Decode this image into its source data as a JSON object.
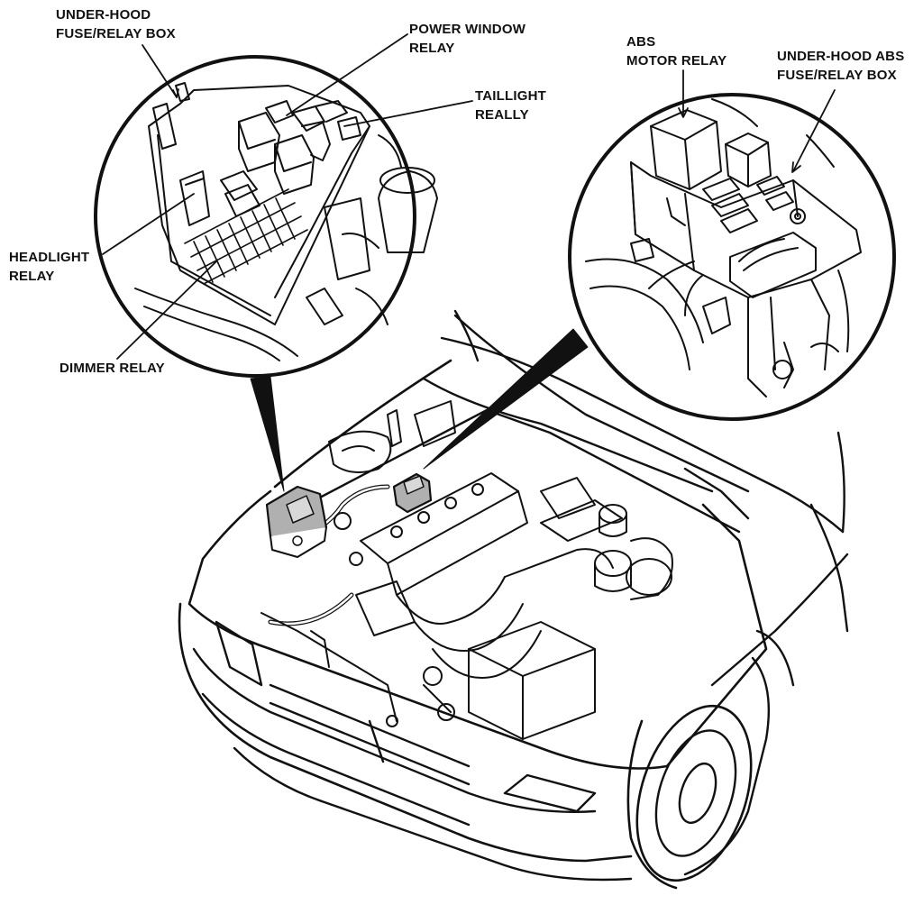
{
  "callouts": {
    "underhood_fuse_box": {
      "line1": "UNDER-HOOD",
      "line2": "FUSE/RELAY BOX"
    },
    "power_window_relay": {
      "line1": "POWER WINDOW",
      "line2": "RELAY"
    },
    "taillight_relay": {
      "line1": "TAILLIGHT",
      "line2": "REALLY"
    },
    "headlight_relay": {
      "line1": "HEADLIGHT",
      "line2": "RELAY"
    },
    "dimmer_relay": {
      "line1": "DIMMER RELAY"
    },
    "abs_motor_relay": {
      "line1": "ABS",
      "line2": "MOTOR RELAY"
    },
    "abs_fuse_box": {
      "line1": "UNDER-HOOD ABS",
      "line2": "FUSE/RELAY BOX"
    }
  },
  "colors": {
    "ink": "#111111",
    "highlight": "#b0b0b0",
    "paper": "#ffffff"
  }
}
